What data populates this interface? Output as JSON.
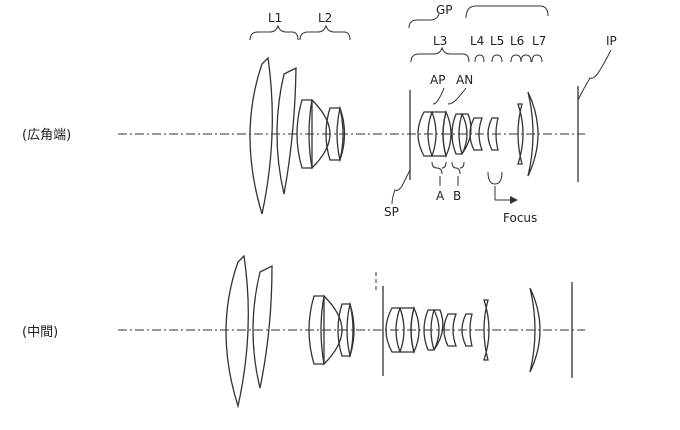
{
  "diagram": {
    "rows": [
      {
        "label": "(広角端)"
      },
      {
        "label": "(中間)"
      }
    ],
    "groups": {
      "l1": "L1",
      "l2": "L2",
      "gp": "GP",
      "l3": "L3",
      "l4": "L4",
      "l5": "L5",
      "l6": "L6",
      "l7": "L7",
      "ip": "IP",
      "ap": "AP",
      "an": "AN",
      "sp": "SP",
      "a": "A",
      "b": "B",
      "focus": "Focus"
    }
  }
}
